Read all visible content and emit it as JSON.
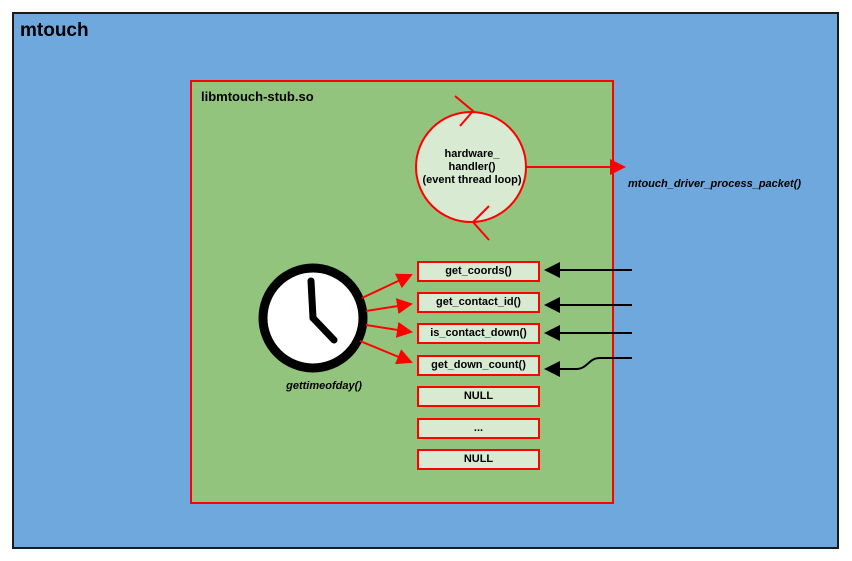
{
  "outer": {
    "title": "mtouch"
  },
  "library": {
    "title": "libmtouch-stub.so"
  },
  "handler": {
    "label": "hardware_\nhandler()\n(event thread loop)"
  },
  "output_call": {
    "label": "mtouch_driver_process_packet()"
  },
  "clock": {
    "label": "gettimeofday()",
    "icon": "clock-icon"
  },
  "functions": [
    {
      "label": "get_coords()"
    },
    {
      "label": "get_contact_id()"
    },
    {
      "label": "is_contact_down()"
    },
    {
      "label": "get_down_count()"
    },
    {
      "label": "NULL"
    },
    {
      "label": "..."
    },
    {
      "label": "NULL"
    }
  ],
  "colors": {
    "outer_fill": "#6fa8dc",
    "library_fill": "#93c47d",
    "box_fill": "#d9ead3",
    "accent_red": "#ff0000",
    "outline_black": "#000000"
  }
}
